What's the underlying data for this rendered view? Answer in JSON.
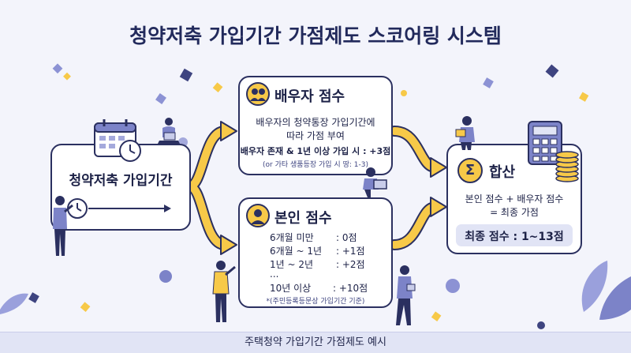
{
  "title": "청약저축 가입기간 가점제도 스코어링 시스템",
  "left_box": {
    "label": "청약저축 가입기간"
  },
  "spouse_box": {
    "title": "배우자 점수",
    "desc_line1": "배우자의 청약통장 가입기간에",
    "desc_line2": "따라 가점 부여",
    "rule": "배우자 존재 & 1년 이상 가입 시 : +3점",
    "note": "(or 가타 생품등장 가입 시 땅: 1-3)"
  },
  "self_box": {
    "title": "본인 점수",
    "rows": [
      {
        "period": "6개월 미만",
        "score": ": 0점"
      },
      {
        "period": "6개월 ~ 1년",
        "score": ": +1점"
      },
      {
        "period": "1년 ~ 2년",
        "score": ": +2점"
      },
      {
        "period": "...",
        "score": ""
      },
      {
        "period": "10년 이상",
        "score": ": +10점"
      }
    ],
    "note": "*(주민등록등문상 가입기간 기준)"
  },
  "sum_box": {
    "symbol": "Σ",
    "title": "합산",
    "formula_line1": "본인 점수 + 배우자 점수",
    "formula_line2": "= 최종 가점",
    "final": "최종 점수 : 1~13점"
  },
  "footer": "주택청약 가입기간 가점제도 예시",
  "colors": {
    "navy": "#2b3060",
    "yellow": "#f7c948",
    "lavender": "#7c83c8",
    "background": "#f3f4fb"
  }
}
